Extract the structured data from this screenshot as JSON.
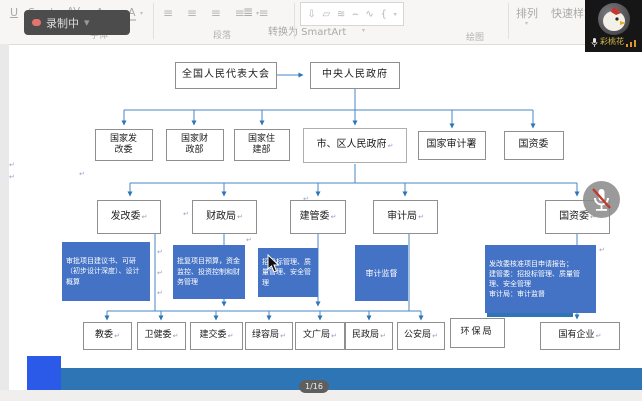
{
  "ribbon": {
    "font_group": {
      "underline": "U",
      "strikethrough": "S",
      "clear_format": "abc",
      "char_spacing": "AV",
      "change_case": "Aa",
      "font_color": "A",
      "label": "字体"
    },
    "paragraph_group": {
      "label": "段落",
      "align_icons": "≡ ≡ ≡ ≡ ≡",
      "line_spacing": "≣",
      "smartart": "转换为 SmartArt"
    },
    "drawing_group": {
      "label": "绘图",
      "arrange": "排列",
      "quick_styles": "快速样式",
      "shape_glyphs": [
        "⇩",
        "▱",
        "≋",
        "⌢",
        "∿",
        "{"
      ]
    },
    "recording_badge": "录制中"
  },
  "webcam": {
    "name": "彩桃花"
  },
  "page_indicator": "1/16",
  "marks": {
    "pilcrow": "↵",
    "chevron": "▾"
  },
  "flowchart": {
    "row1": [
      {
        "label": "全国人民代表大会"
      },
      {
        "label": "中央人民政府"
      }
    ],
    "row2": [
      {
        "label": "国家发\n改委",
        "suffix": ""
      },
      {
        "label": "国家财\n政部",
        "suffix": ""
      },
      {
        "label": "国家住\n建部",
        "suffix": ""
      },
      {
        "label": "市、区人民政府",
        "suffix": "↵"
      },
      {
        "label": "国家审计署",
        "suffix": ""
      },
      {
        "label": "国资委",
        "suffix": ""
      }
    ],
    "row3": [
      {
        "label": "发改委",
        "suffix": "↵"
      },
      {
        "label": "财政局",
        "suffix": "↵"
      },
      {
        "label": "建管委",
        "suffix": "↵"
      },
      {
        "label": "审计局",
        "suffix": "↵"
      },
      {
        "label": "国资委",
        "suffix": "↵"
      }
    ],
    "notes": [
      {
        "text": "审批项目建议书、可研（初步设计深度）、设计概算"
      },
      {
        "text": "批复项目预算，资金监控、投资控制和财务管理"
      },
      {
        "text": "招投标管理、质量管理、安全管理"
      },
      {
        "text": "审计监督"
      },
      {
        "text": "发改委核准项目申请报告；\n建管委：招投标管理、质量管理、安全管理\n审计局：审计监督"
      }
    ],
    "row4": [
      {
        "label": "教委",
        "suffix": "↵"
      },
      {
        "label": "卫健委",
        "suffix": "↵"
      },
      {
        "label": "建交委",
        "suffix": "↵"
      },
      {
        "label": "绿容局",
        "suffix": "↵"
      },
      {
        "label": "文广局",
        "suffix": "↵"
      },
      {
        "label": "民政局",
        "suffix": "↵"
      },
      {
        "label": "公安局",
        "suffix": "↵"
      },
      {
        "label": "环保局",
        "suffix": ""
      },
      {
        "label": "国有企业",
        "suffix": "↵"
      }
    ],
    "colors": {
      "note_fill": "#4472c4",
      "connector": "#2e75b6",
      "footer_bar": "#2e75b6",
      "footer_square": "#2b59e8"
    }
  }
}
